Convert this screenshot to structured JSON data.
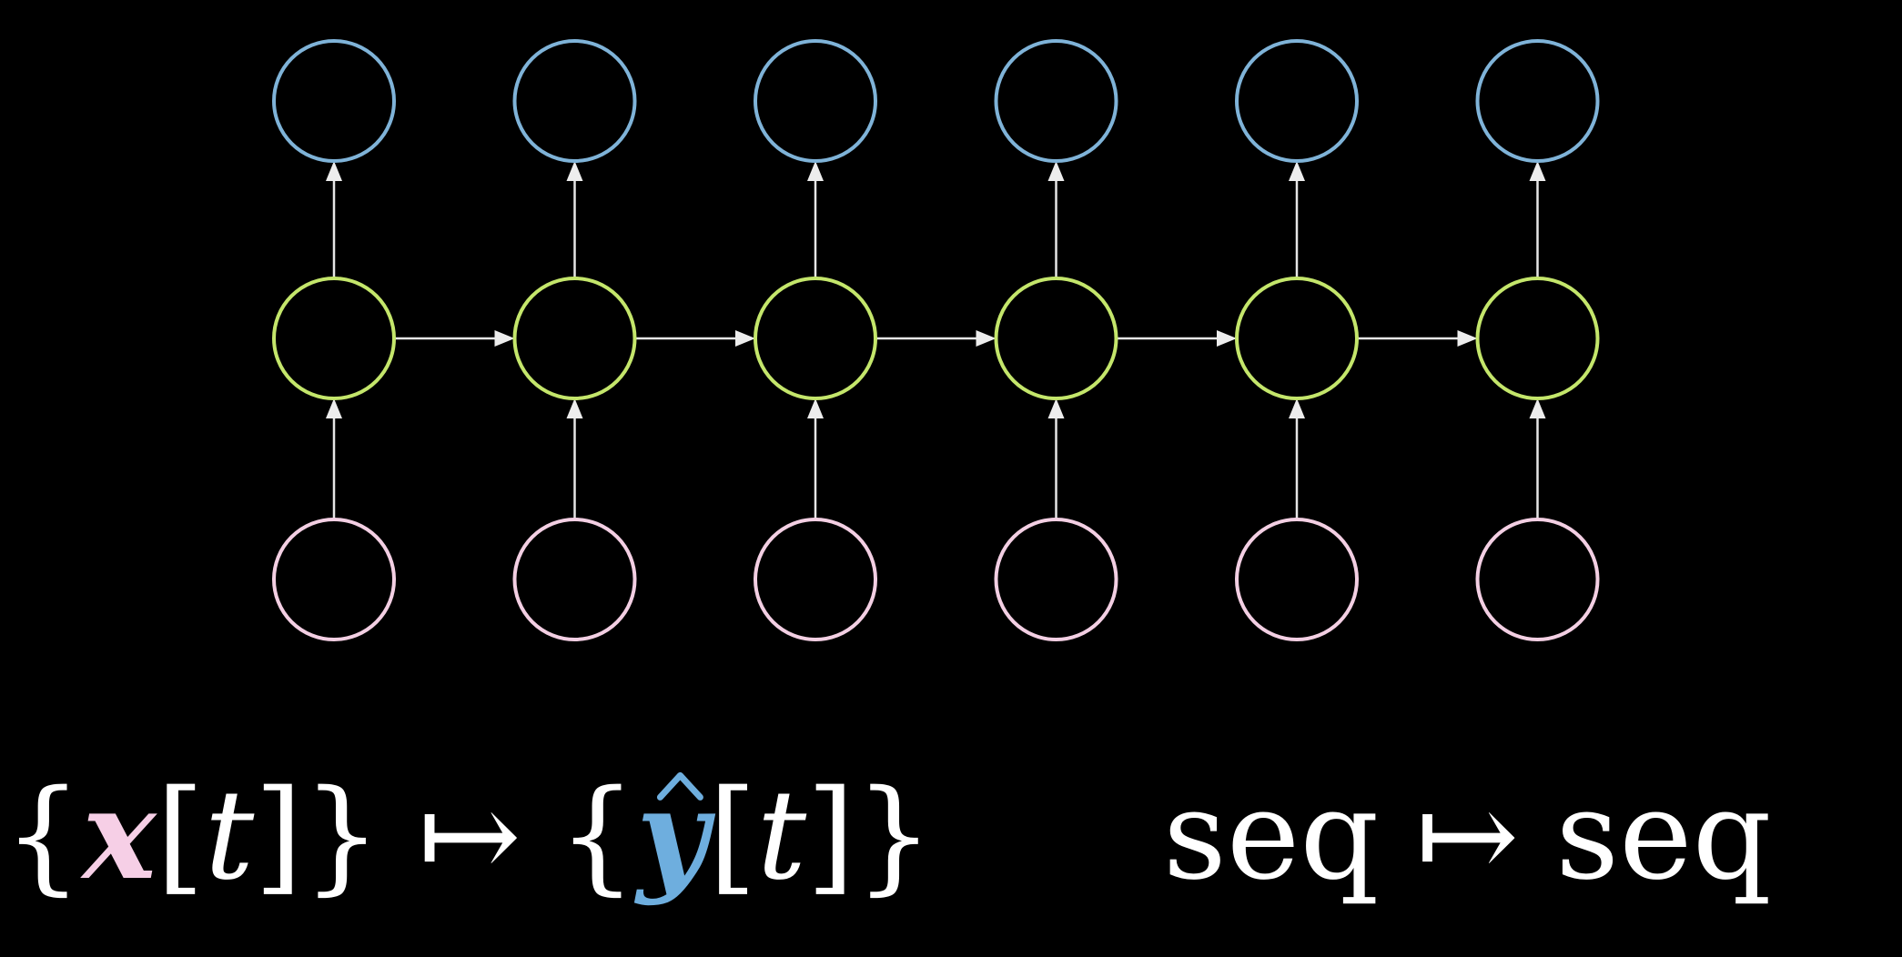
{
  "diagram": {
    "columns": 6,
    "colors": {
      "background": "#000000",
      "output_node": "#7fb3d8",
      "hidden_node": "#c4e66b",
      "input_node": "#f3cfe3",
      "edge": "#e6e6e6",
      "math_text": "#ffffff",
      "x_symbol": "#f6cfe6",
      "y_symbol": "#6eaede"
    }
  },
  "formula": {
    "open_brace_1": "{",
    "x_symbol": "x",
    "bracket_open_1": "[",
    "t_1": "t",
    "bracket_close_1": "]",
    "close_brace_1": "}",
    "maps_to_1": "↦",
    "open_brace_2": "{",
    "y_symbol": "y",
    "bracket_open_2": "[",
    "t_2": "t",
    "bracket_close_2": "]",
    "close_brace_2": "}"
  },
  "caption": {
    "left": "seq",
    "arrow": "↦",
    "right": "seq"
  }
}
